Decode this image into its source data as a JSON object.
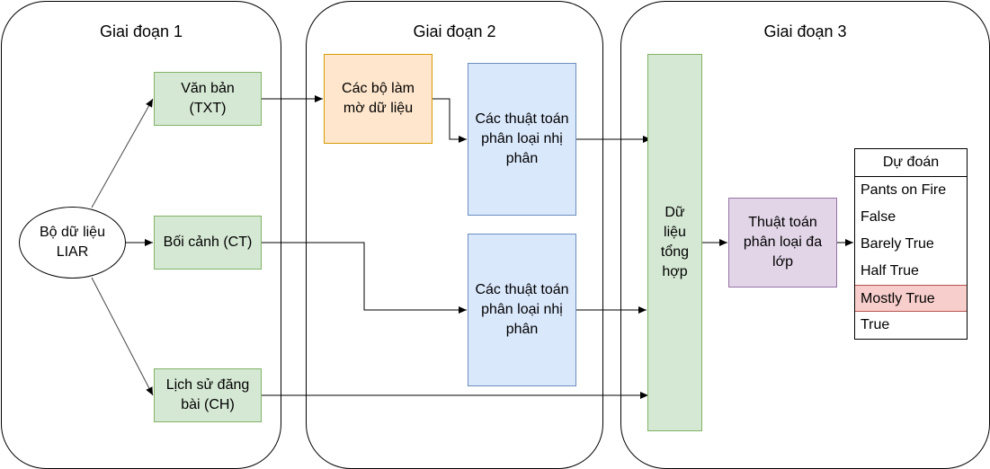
{
  "stages": [
    {
      "key": "s1",
      "title": "Giai đoạn 1"
    },
    {
      "key": "s2",
      "title": "Giai đoạn 2"
    },
    {
      "key": "s3",
      "title": "Giai đoạn 3"
    }
  ],
  "nodes": {
    "dataset": "Bộ dữ liệu\nLIAR",
    "text": "Văn bản\n(TXT)",
    "context": "Bối cảnh (CT)",
    "history": "Lịch sử đăng\nbài (CH)",
    "obfuscators": "Các bộ làm\nmờ dữ liệu",
    "binary_clf_1": "Các thuật toán\nphân loại nhị\nphân",
    "binary_clf_2": "Các thuật toán\nphân loại nhị\nphân",
    "aggregate": "Dữ\nliệu\ntổng\nhợp",
    "multiclass_clf": "Thuật toán\nphân loại đa\nlớp"
  },
  "prediction": {
    "header": "Dự đoán",
    "labels": [
      "Pants on Fire",
      "False",
      "Barely True",
      "Half True",
      "Mostly True",
      "True"
    ],
    "highlighted": "Mostly True"
  },
  "colors": {
    "green_fill": "#d5e8d4",
    "orange_fill": "#ffe6cc",
    "blue_fill": "#dae8fc",
    "purple_fill": "#e1d5e7",
    "highlight_fill": "#f8cecc"
  }
}
